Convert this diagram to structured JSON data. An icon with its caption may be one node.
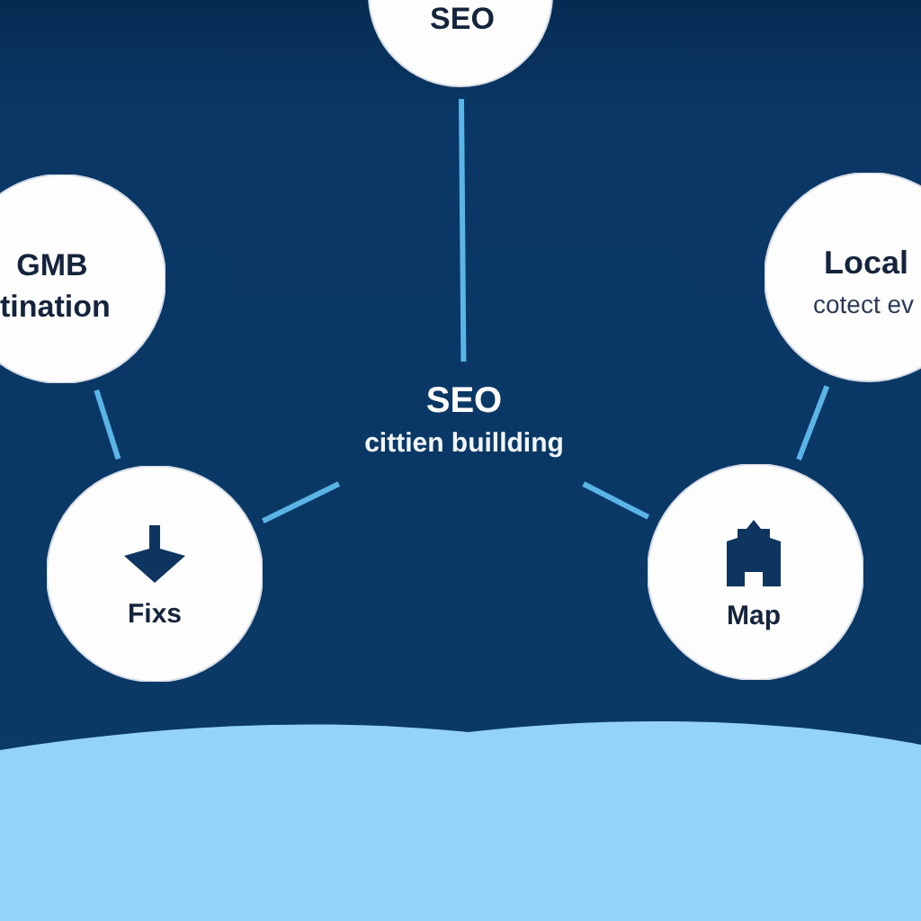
{
  "diagram": {
    "nodes": [
      {
        "text": [
          "SEO"
        ]
      },
      {
        "text": [
          "GMB",
          "tination"
        ]
      },
      {
        "text": [
          "Local",
          "cotect ev"
        ]
      },
      {
        "text": [
          "SEO",
          "cittien buillding"
        ]
      },
      {
        "text": [
          "Fixs"
        ]
      },
      {
        "text": [
          "Map"
        ]
      },
      {
        "text": [],
        "shape": "band"
      }
    ],
    "edges": [
      {
        "from": 3,
        "to": 0,
        "arrow": "none"
      },
      {
        "from": 1,
        "to": 4,
        "arrow": "none"
      },
      {
        "from": 3,
        "to": 4,
        "arrow": "none"
      },
      {
        "from": 3,
        "to": 5,
        "arrow": "none"
      },
      {
        "from": 2,
        "to": 5,
        "arrow": "none"
      }
    ]
  }
}
